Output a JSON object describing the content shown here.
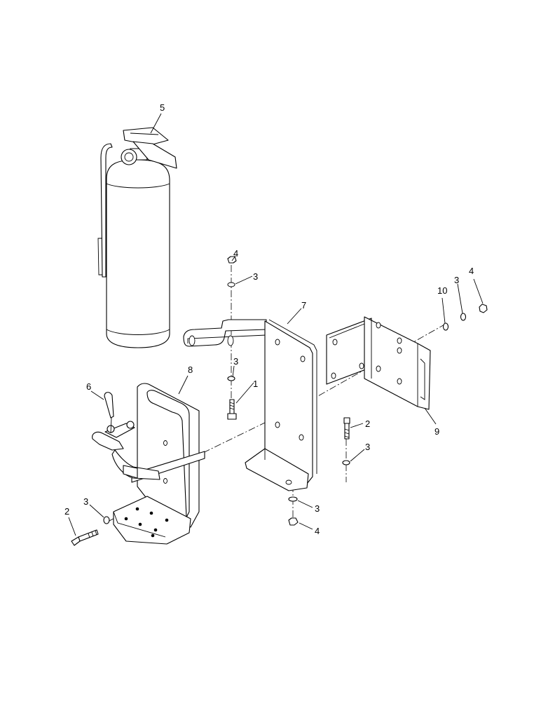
{
  "callouts": [
    {
      "id": "c5",
      "text": "5"
    },
    {
      "id": "c4a",
      "text": "4"
    },
    {
      "id": "c3a",
      "text": "3"
    },
    {
      "id": "c7",
      "text": "7"
    },
    {
      "id": "c10",
      "text": "10"
    },
    {
      "id": "c3b",
      "text": "3"
    },
    {
      "id": "c4b",
      "text": "4"
    },
    {
      "id": "c8",
      "text": "8"
    },
    {
      "id": "c3c",
      "text": "3"
    },
    {
      "id": "c6",
      "text": "6"
    },
    {
      "id": "c1",
      "text": "1"
    },
    {
      "id": "c2a",
      "text": "2"
    },
    {
      "id": "c9",
      "text": "9"
    },
    {
      "id": "c3d",
      "text": "3"
    },
    {
      "id": "c3e",
      "text": "3"
    },
    {
      "id": "c4c",
      "text": "4"
    },
    {
      "id": "c2b",
      "text": "2"
    },
    {
      "id": "c3f",
      "text": "3"
    }
  ]
}
